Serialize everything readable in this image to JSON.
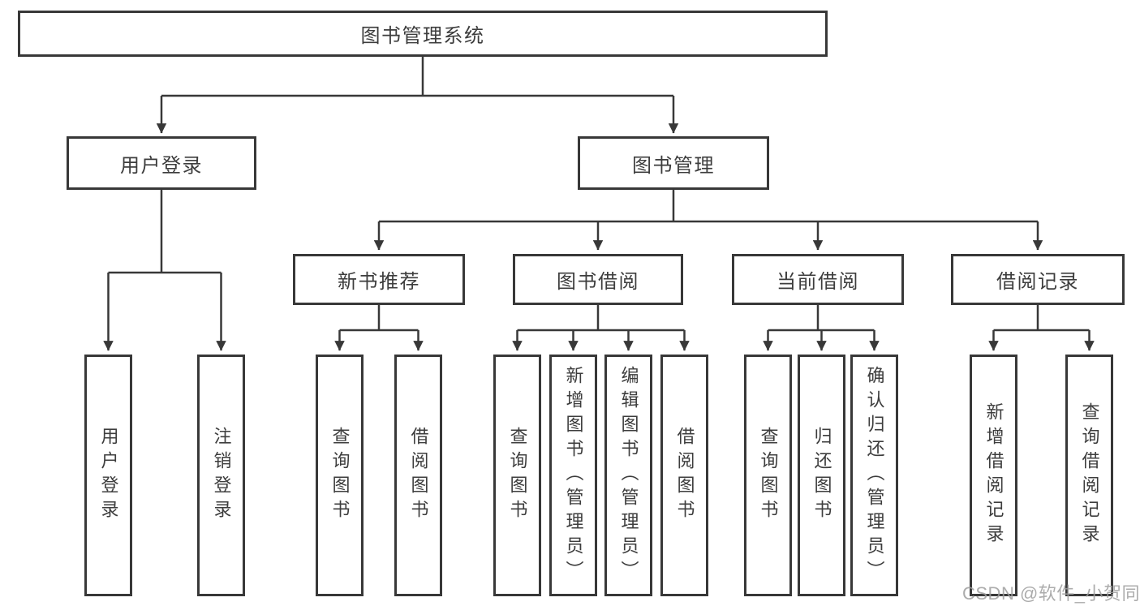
{
  "diagram": {
    "root": {
      "label": "图书管理系统"
    },
    "branches": [
      {
        "label": "用户登录",
        "children": [
          {
            "label": "用户登录"
          },
          {
            "label": "注销登录"
          }
        ]
      },
      {
        "label": "图书管理",
        "children": [
          {
            "label": "新书推荐",
            "children": [
              {
                "label": "查询图书"
              },
              {
                "label": "借阅图书"
              }
            ]
          },
          {
            "label": "图书借阅",
            "children": [
              {
                "label": "查询图书"
              },
              {
                "label": "新增图书（管理员）"
              },
              {
                "label": "编辑图书（管理员）"
              },
              {
                "label": "借阅图书"
              }
            ]
          },
          {
            "label": "当前借阅",
            "children": [
              {
                "label": "查询图书"
              },
              {
                "label": "归还图书"
              },
              {
                "label": "确认归还（管理员）"
              }
            ]
          },
          {
            "label": "借阅记录",
            "children": [
              {
                "label": "新增借阅记录"
              },
              {
                "label": "查询借阅记录"
              }
            ]
          }
        ]
      }
    ],
    "watermark": {
      "text": "CSDN @软件_小贺同学"
    },
    "colors": {
      "line": "#383838",
      "box_border": "#383838",
      "box_fill": "#ffffff",
      "text": "#3d3d3d",
      "watermark": "#9e9e9e",
      "background": "#ffffff"
    }
  }
}
